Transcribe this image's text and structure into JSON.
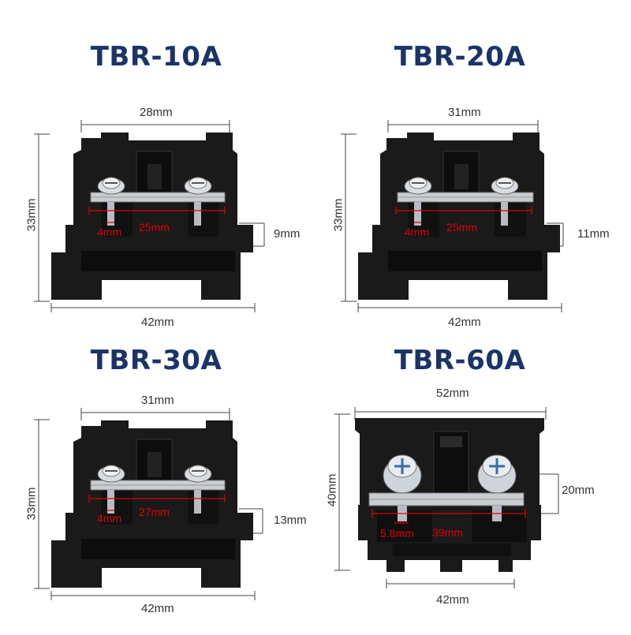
{
  "colors": {
    "title": "#1b3468",
    "dimension_line": "#444444",
    "measure_red": "#e00000",
    "body": "#1a1a1a",
    "body_dark": "#0d0d0d",
    "metal": "#c9ccd0",
    "white": "#f5f5f5"
  },
  "products": [
    {
      "title": "TBR-10A",
      "top_width": "28mm",
      "bottom_width": "42mm",
      "height": "33mm",
      "side": "9mm",
      "screw": "4mm",
      "span": "25mm"
    },
    {
      "title": "TBR-20A",
      "top_width": "31mm",
      "bottom_width": "42mm",
      "height": "33mm",
      "side": "11mm",
      "screw": "4mm",
      "span": "25mm"
    },
    {
      "title": "TBR-30A",
      "top_width": "31mm",
      "bottom_width": "42mm",
      "height": "33mm",
      "side": "13mm",
      "screw": "4mm",
      "span": "27mm"
    },
    {
      "title": "TBR-60A",
      "top_width": "52mm",
      "bottom_width": "42mm",
      "height": "40mm",
      "side": "20mm",
      "screw": "5.8mm",
      "span": "39mm"
    }
  ]
}
